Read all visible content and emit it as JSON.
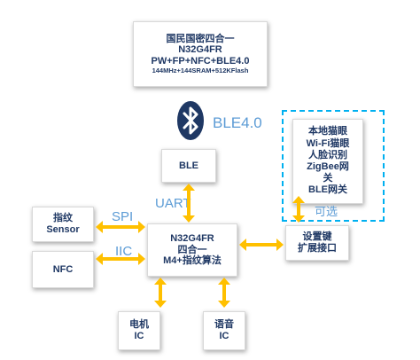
{
  "title_box": {
    "line1": "国民国密四合一",
    "line2": "N32G4FR",
    "line3": "PW+FP+NFC+BLE4.0",
    "line4": "144MHz+144SRAM+512KFlash"
  },
  "ble_label": "BLE4.0",
  "ble_box": "BLE",
  "uart_label": "UART",
  "spi_label": "SPI",
  "iic_label": "IIC",
  "fp_sensor": {
    "line1": "指纹",
    "line2": "Sensor"
  },
  "nfc_box": "NFC",
  "mcu_box": {
    "line1": "N32G4FR",
    "line2": "四合一",
    "line3": "M4+指纹算法"
  },
  "settings_box": {
    "line1": "设置键",
    "line2": "扩展接口"
  },
  "optional_box": {
    "line1": "本地猫眼",
    "line2": "Wi-Fi猫眼",
    "line3": "人脸识别",
    "line4": "ZigBee网",
    "line5": "关",
    "line6": "BLE网关"
  },
  "optional_label": "可选",
  "motor_box": {
    "line1": "电机",
    "line2": "IC"
  },
  "voice_box": {
    "line1": "语音",
    "line2": "IC"
  },
  "colors": {
    "arrow": "#ffc000",
    "label": "#5b9bd5",
    "text": "#1f3864",
    "dashed": "#00b0f0",
    "bluetooth": "#1f3864"
  }
}
